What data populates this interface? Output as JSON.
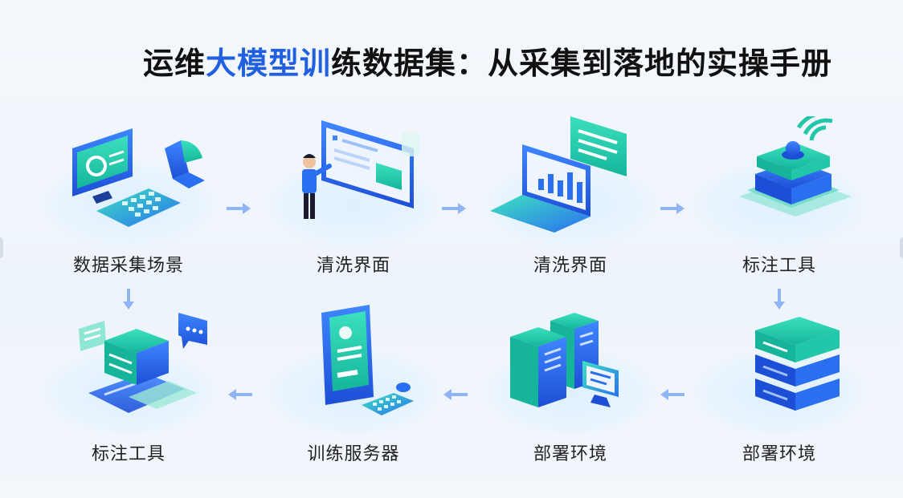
{
  "title": {
    "part1": "运维",
    "highlight": "大模型训",
    "part2": "练数据集：从采集到落地的实操手册"
  },
  "nodes": [
    {
      "label": "数据采集场景",
      "icon": "monitor-chart-keyboard-icon"
    },
    {
      "label": "清洗界面",
      "icon": "person-presenting-screen-icon"
    },
    {
      "label": "清洗界面",
      "icon": "laptop-bar-chart-icon"
    },
    {
      "label": "标注工具",
      "icon": "wifi-device-platform-icon"
    },
    {
      "label": "部署环境",
      "icon": "server-stack-icon"
    },
    {
      "label": "部署环境",
      "icon": "server-towers-monitor-icon"
    },
    {
      "label": "训练服务器",
      "icon": "tablet-keyboard-mouse-icon"
    },
    {
      "label": "标注工具",
      "icon": "server-chat-bubbles-icon"
    }
  ],
  "colors": {
    "accent": "#1f5fe0",
    "teal": "#22c7a9",
    "blue": "#2a6ff0",
    "arrow": "#8fb6f2"
  }
}
